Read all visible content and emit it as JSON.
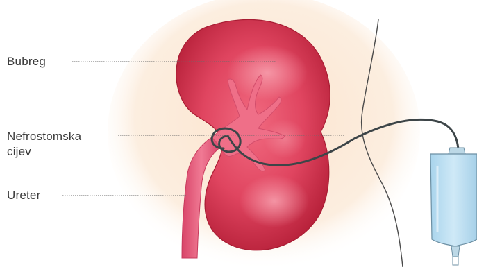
{
  "labels": {
    "kidney": "Bubreg",
    "nephrostomy_tube_line1": "Nefrostomska",
    "nephrostomy_tube_line2": "cijev",
    "ureter": "Ureter"
  },
  "colors": {
    "background_glow": "#fbe7d2",
    "kidney_outer": "#c9283f",
    "kidney_inner": "#e9546a",
    "kidney_highlight": "#f58a9a",
    "pelvis": "#ee6a84",
    "ureter": "#e85878",
    "tube": "#3d4548",
    "body_outline": "#4a4a4a",
    "bag_fill": "#bde0f3",
    "bag_stroke": "#6c8fa3",
    "leader_line": "#6a6a6a",
    "label_text": "#3a3a3a"
  },
  "icons": {
    "drainage_bag": "drainage-bag-icon"
  }
}
